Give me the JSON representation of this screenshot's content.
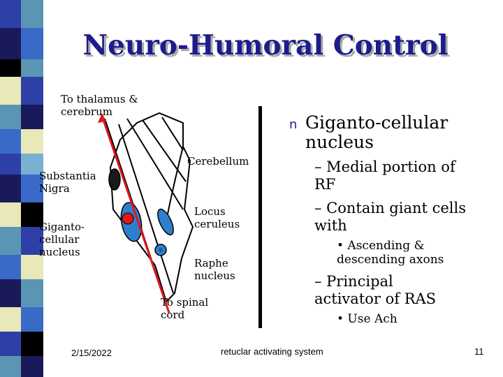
{
  "slide": {
    "title": "Neuro-Humoral Control",
    "footer": {
      "date": "2/15/2022",
      "center": "retuclar activating system",
      "page": "11"
    }
  },
  "diagram": {
    "labels": {
      "thalamus": "To thalamus &\ncerebrum",
      "substantia": "Substantia\nNigra",
      "giganto": "Giganto-\ncellular\nnucleus",
      "cerebellum": "Cerebellum",
      "locus": "Locus\nceruleus",
      "raphe": "Raphe\nnucleus",
      "spinal": "To spinal\ncord"
    },
    "colors": {
      "pathway": "#e01818",
      "nucleus_fill": "#2f7fcf",
      "substantia_fill": "#1a1a1a",
      "outline": "#000000"
    }
  },
  "bullets": {
    "heading": "Giganto-cellular\nnucleus",
    "l2_a": "– Medial portion of\n   RF",
    "l2_b": "– Contain giant cells\n   with",
    "l3_a": "•  Ascending &\n    descending axons",
    "l2_c": "– Principal\n   activator of RAS",
    "l3_b": "•  Use Ach",
    "marker": "n"
  },
  "stripe_colors": [
    "#2e3fa8",
    "#5a96b4",
    "#e8e8b8",
    "#1a1a5a",
    "#3a6ac8",
    "#000000",
    "#7ab0d0"
  ]
}
